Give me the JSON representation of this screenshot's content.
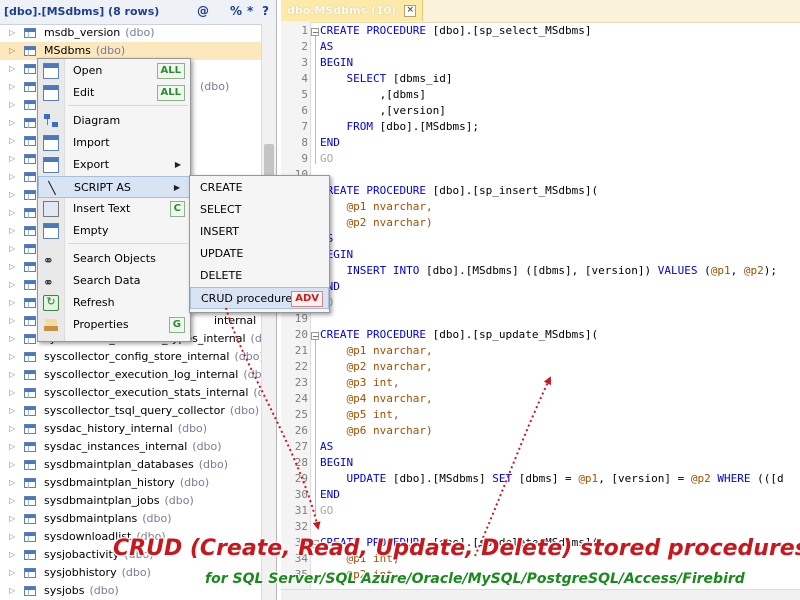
{
  "left_panel": {
    "title": "[dbo].[MSdbms] (8 rows)",
    "header_buttons": [
      "@",
      "%",
      "*",
      "?"
    ],
    "rows": [
      {
        "name": "msdb_version",
        "schema": "(dbo)",
        "selected": false
      },
      {
        "name": "MSdbms",
        "schema": "(dbo)",
        "selected": true
      },
      {
        "name": "",
        "schema": "",
        "selected": false
      },
      {
        "name": "",
        "schema": "(dbo)",
        "selected": false
      },
      {
        "name": "",
        "schema": "",
        "selected": false
      },
      {
        "name": "",
        "schema": "",
        "selected": false
      },
      {
        "name": "",
        "schema": "",
        "selected": false
      },
      {
        "name": "",
        "schema": "",
        "selected": false
      },
      {
        "name": "",
        "schema": "",
        "selected": false
      },
      {
        "name": "",
        "schema": "",
        "selected": false
      },
      {
        "name": "",
        "schema": "",
        "selected": false
      },
      {
        "name": "",
        "schema": "",
        "selected": false
      },
      {
        "name": "",
        "schema": "",
        "selected": false
      },
      {
        "name": "",
        "schema": "",
        "selected": false
      },
      {
        "name": "",
        "schema": "",
        "selected": false
      },
      {
        "name": "",
        "schema": "",
        "selected": false
      },
      {
        "name": "internal",
        "schema": "(dbo)",
        "selected": false
      },
      {
        "name": "syscollector_collector_types_internal",
        "schema": "(dbo)",
        "selected": false
      },
      {
        "name": "syscollector_config_store_internal",
        "schema": "(dbo)",
        "selected": false
      },
      {
        "name": "syscollector_execution_log_internal",
        "schema": "(dbo)",
        "selected": false
      },
      {
        "name": "syscollector_execution_stats_internal",
        "schema": "(dbo)",
        "selected": false
      },
      {
        "name": "syscollector_tsql_query_collector",
        "schema": "(dbo)",
        "selected": false
      },
      {
        "name": "sysdac_history_internal",
        "schema": "(dbo)",
        "selected": false
      },
      {
        "name": "sysdac_instances_internal",
        "schema": "(dbo)",
        "selected": false
      },
      {
        "name": "sysdbmaintplan_databases",
        "schema": "(dbo)",
        "selected": false
      },
      {
        "name": "sysdbmaintplan_history",
        "schema": "(dbo)",
        "selected": false
      },
      {
        "name": "sysdbmaintplan_jobs",
        "schema": "(dbo)",
        "selected": false
      },
      {
        "name": "sysdbmaintplans",
        "schema": "(dbo)",
        "selected": false
      },
      {
        "name": "sysdownloadlist",
        "schema": "(dbo)",
        "selected": false
      },
      {
        "name": "sysjobactivity",
        "schema": "(dbo)",
        "selected": false
      },
      {
        "name": "sysjobhistory",
        "schema": "(dbo)",
        "selected": false
      },
      {
        "name": "sysjobs",
        "schema": "(dbo)",
        "selected": false
      }
    ]
  },
  "context_menu": {
    "items": [
      {
        "label": "Open",
        "badge": "ALL",
        "icon": "table-icon"
      },
      {
        "label": "Edit",
        "badge": "ALL",
        "icon": "pencil-icon"
      },
      {
        "label": "Diagram",
        "badge": "",
        "icon": "diagram-icon"
      },
      {
        "label": "Import",
        "badge": "",
        "icon": "import-icon"
      },
      {
        "label": "Export",
        "badge": "",
        "icon": "export-icon",
        "submenu": true
      },
      {
        "label": "SCRIPT AS",
        "badge": "",
        "icon": "script-icon",
        "submenu": true,
        "highlighted": true
      },
      {
        "label": "Insert Text",
        "badge": "C",
        "icon": "insert-text-icon"
      },
      {
        "label": "Empty",
        "badge": "",
        "icon": "empty-icon"
      },
      {
        "label": "Search Objects",
        "badge": "",
        "icon": "binoculars-icon"
      },
      {
        "label": "Search Data",
        "badge": "",
        "icon": "search-data-icon"
      },
      {
        "label": "Refresh",
        "badge": "",
        "icon": "refresh-icon"
      },
      {
        "label": "Properties",
        "badge": "G",
        "icon": "properties-icon"
      }
    ]
  },
  "submenu": {
    "items": [
      {
        "label": "CREATE",
        "badge": ""
      },
      {
        "label": "SELECT",
        "badge": ""
      },
      {
        "label": "INSERT",
        "badge": ""
      },
      {
        "label": "UPDATE",
        "badge": ""
      },
      {
        "label": "DELETE",
        "badge": ""
      },
      {
        "label": "CRUD procedures",
        "badge": "ADV",
        "highlighted": true
      }
    ]
  },
  "editor": {
    "tab_title": "dbo.MSdbms (10)",
    "tab_close": "×",
    "line_numbers": [
      "1",
      "2",
      "3",
      "4",
      "5",
      "6",
      "7",
      "8",
      "9",
      "10",
      "11",
      "12",
      "13",
      "14",
      "15",
      "16",
      "17",
      "18",
      "19",
      "20",
      "21",
      "22",
      "23",
      "24",
      "25",
      "26",
      "27",
      "28",
      "29",
      "30",
      "31",
      "32",
      "33",
      "34",
      "35"
    ],
    "lines": [
      [
        {
          "t": "CREATE PROCEDURE ",
          "c": "kw"
        },
        {
          "t": "[dbo].[sp_select_MSdbms]",
          "c": ""
        }
      ],
      [
        {
          "t": "AS",
          "c": "kw"
        }
      ],
      [
        {
          "t": "BEGIN",
          "c": "kw"
        }
      ],
      [
        {
          "t": "    ",
          "c": ""
        },
        {
          "t": "SELECT ",
          "c": "kw"
        },
        {
          "t": "[dbms_id]",
          "c": ""
        }
      ],
      [
        {
          "t": "         ,[dbms]",
          "c": ""
        }
      ],
      [
        {
          "t": "         ,[version]",
          "c": ""
        }
      ],
      [
        {
          "t": "    ",
          "c": ""
        },
        {
          "t": "FROM ",
          "c": "kw"
        },
        {
          "t": "[dbo].[MSdbms];",
          "c": ""
        }
      ],
      [
        {
          "t": "END",
          "c": "kw"
        }
      ],
      [
        {
          "t": "GO",
          "c": "go"
        }
      ],
      [],
      [
        {
          "t": "CREATE PROCEDURE ",
          "c": "kw"
        },
        {
          "t": "[dbo].[sp_insert_MSdbms](",
          "c": ""
        }
      ],
      [
        {
          "t": "    ",
          "c": ""
        },
        {
          "t": "@p1 nvarchar,",
          "c": "var"
        }
      ],
      [
        {
          "t": "    ",
          "c": ""
        },
        {
          "t": "@p2 nvarchar)",
          "c": "var"
        }
      ],
      [
        {
          "t": "AS",
          "c": "kw"
        }
      ],
      [
        {
          "t": "BEGIN",
          "c": "kw"
        }
      ],
      [
        {
          "t": "    ",
          "c": ""
        },
        {
          "t": "INSERT INTO ",
          "c": "kw"
        },
        {
          "t": "[dbo].[MSdbms] ([dbms], [version]) ",
          "c": ""
        },
        {
          "t": "VALUES ",
          "c": "kw"
        },
        {
          "t": "(",
          "c": ""
        },
        {
          "t": "@p1",
          "c": "var"
        },
        {
          "t": ", ",
          "c": ""
        },
        {
          "t": "@p2",
          "c": "var"
        },
        {
          "t": ");",
          "c": ""
        }
      ],
      [
        {
          "t": "END",
          "c": "kw"
        }
      ],
      [
        {
          "t": "GO",
          "c": "go"
        }
      ],
      [],
      [
        {
          "t": "CREATE PROCEDURE ",
          "c": "kw"
        },
        {
          "t": "[dbo].[sp_update_MSdbms](",
          "c": ""
        }
      ],
      [
        {
          "t": "    ",
          "c": ""
        },
        {
          "t": "@p1 nvarchar,",
          "c": "var"
        }
      ],
      [
        {
          "t": "    ",
          "c": ""
        },
        {
          "t": "@p2 nvarchar,",
          "c": "var"
        }
      ],
      [
        {
          "t": "    ",
          "c": ""
        },
        {
          "t": "@p3 int,",
          "c": "var"
        }
      ],
      [
        {
          "t": "    ",
          "c": ""
        },
        {
          "t": "@p4 nvarchar,",
          "c": "var"
        }
      ],
      [
        {
          "t": "    ",
          "c": ""
        },
        {
          "t": "@p5 int,",
          "c": "var"
        }
      ],
      [
        {
          "t": "    ",
          "c": ""
        },
        {
          "t": "@p6 nvarchar)",
          "c": "var"
        }
      ],
      [
        {
          "t": "AS",
          "c": "kw"
        }
      ],
      [
        {
          "t": "BEGIN",
          "c": "kw"
        }
      ],
      [
        {
          "t": "    ",
          "c": ""
        },
        {
          "t": "UPDATE ",
          "c": "kw"
        },
        {
          "t": "[dbo].[MSdbms] ",
          "c": ""
        },
        {
          "t": "SET ",
          "c": "kw"
        },
        {
          "t": "[dbms] = ",
          "c": ""
        },
        {
          "t": "@p1",
          "c": "var"
        },
        {
          "t": ", [version] = ",
          "c": ""
        },
        {
          "t": "@p2",
          "c": "var"
        },
        {
          "t": " WHERE ",
          "c": "kw"
        },
        {
          "t": "(([d",
          "c": ""
        }
      ],
      [
        {
          "t": "END",
          "c": "kw"
        }
      ],
      [
        {
          "t": "GO",
          "c": "go"
        }
      ],
      [],
      [
        {
          "t": "CREATE PROCEDURE ",
          "c": "kw"
        },
        {
          "t": "[dbo].[sp_delete_MSdbms](",
          "c": ""
        }
      ],
      [
        {
          "t": "    ",
          "c": ""
        },
        {
          "t": "@p1 int,",
          "c": "var"
        }
      ],
      [
        {
          "t": "    ",
          "c": ""
        },
        {
          "t": "@p2 int,",
          "c": "var"
        }
      ]
    ]
  },
  "annotation": {
    "title": "CRUD (Create, Read, Update, Delete) stored procedures",
    "subtitle": "for SQL Server/SQL Azure/Oracle/MySQL/PostgreSQL/Access/Firebird",
    "title_color": "#c8181e",
    "subtitle_color": "#198a1c",
    "arrow_color": "#c8181e"
  }
}
